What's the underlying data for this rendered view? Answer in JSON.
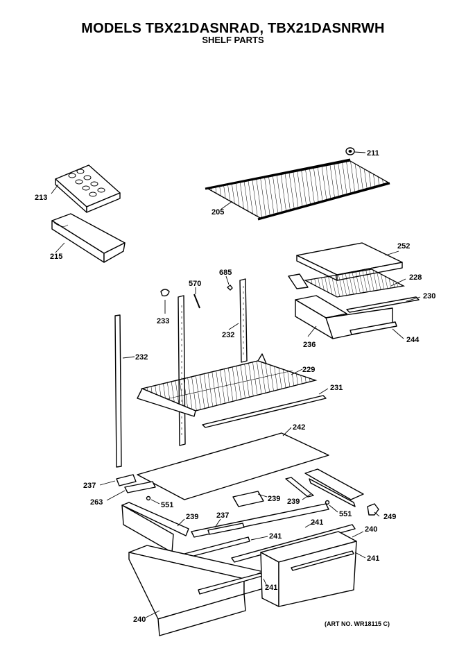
{
  "header": {
    "title": "MODELS TBX21DASNRAD, TBX21DASNRWH",
    "subtitle": "SHELF PARTS"
  },
  "part_labels": {
    "p211": "211",
    "p213": "213",
    "p205": "205",
    "p215": "215",
    "p252": "252",
    "p685": "685",
    "p570": "570",
    "p228": "228",
    "p230": "230",
    "p233": "233",
    "p232a": "232",
    "p236": "236",
    "p244": "244",
    "p232b": "232",
    "p229": "229",
    "p231": "231",
    "p242": "242",
    "p237a": "237",
    "p263": "263",
    "p551a": "551",
    "p239a": "239",
    "p239b": "239",
    "p551b": "551",
    "p239c": "239",
    "p237b": "237",
    "p241a": "241",
    "p249": "249",
    "p241b": "241",
    "p240a": "240",
    "p241c": "241",
    "p241d": "241",
    "p240b": "240"
  },
  "art_number": "(ART NO. WR18115 C)"
}
